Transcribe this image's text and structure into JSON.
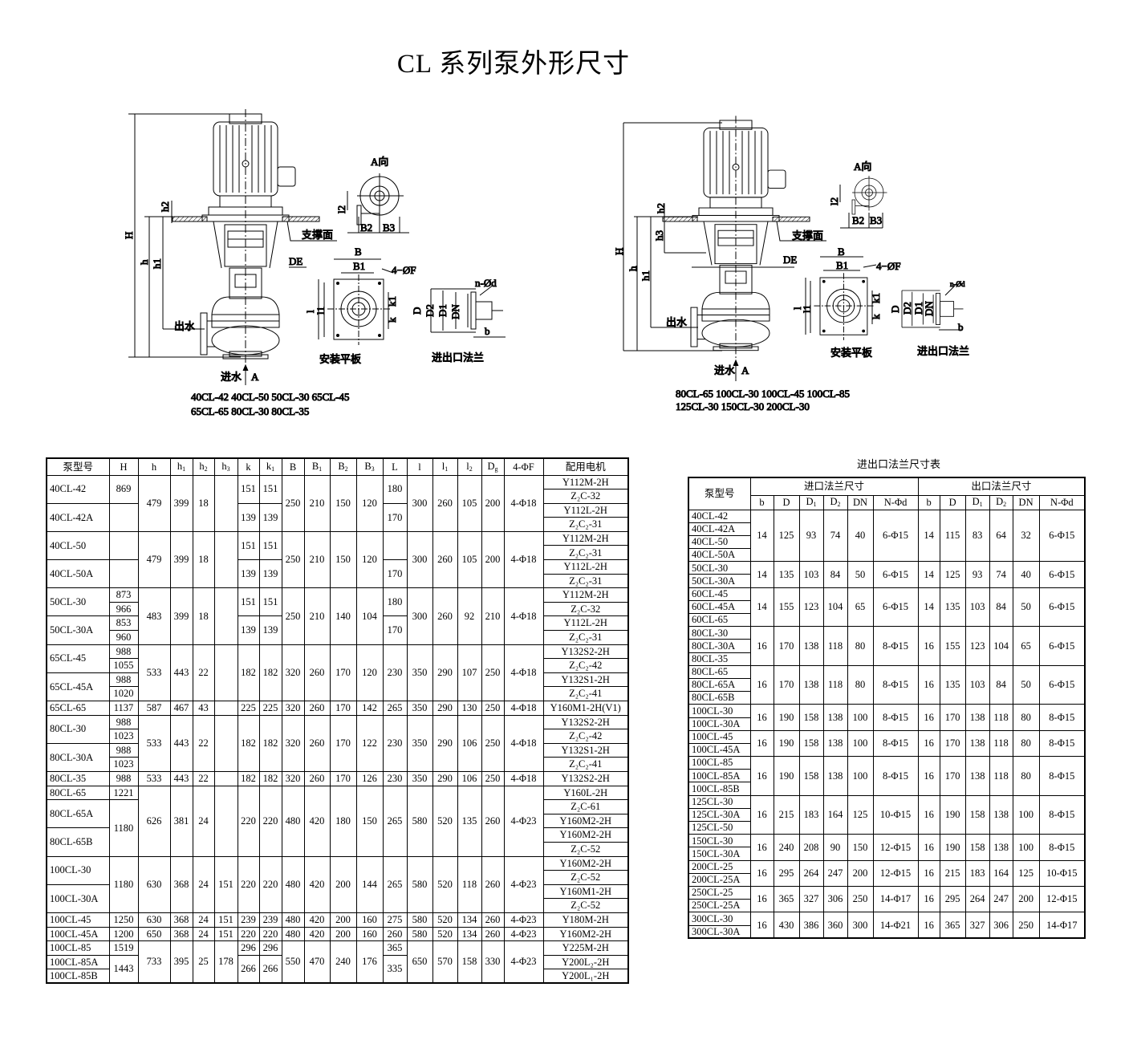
{
  "title": "CL 系列泵外形尺寸",
  "drawings": [
    {
      "labels": {
        "H": "H",
        "h": "h",
        "h1": "h1",
        "h2": "h2",
        "out": "出水",
        "support": "支撑面",
        "DE": "DE",
        "inlet": "进水",
        "A": "A",
        "view": "A向",
        "l2": "l2",
        "B2": "B2",
        "B3": "B3",
        "B": "B",
        "B1": "B1",
        "F": "4−ØF",
        "l": "l",
        "l1": "l1",
        "k1": "k1",
        "k": "k",
        "plate": "安装平板",
        "flange": "进出口法兰",
        "D": "D",
        "D2": "D2",
        "D1": "D1",
        "DN": "DN",
        "nd": "n-Ød",
        "b": "b"
      },
      "models_line1": "40CL-42 40CL-50 50CL-30 65CL-45",
      "models_line2": "65CL-65 80CL-30 80CL-35"
    },
    {
      "labels": {
        "H": "H",
        "h": "h",
        "h1": "h1",
        "h2": "h2",
        "h3": "h3",
        "out": "出水",
        "support": "支撑面",
        "DE": "DE",
        "inlet": "进水",
        "A": "A",
        "view": "A向",
        "l2": "l2",
        "B2": "B2",
        "B3": "B3",
        "B": "B",
        "B1": "B1",
        "F": "4−ØF",
        "l": "l",
        "l1": "l1",
        "k1": "k1",
        "k": "k",
        "plate": "安装平板",
        "flange": "进出口法兰",
        "D": "D",
        "D2": "D2",
        "D1": "D1",
        "DN": "DN",
        "nd": "n-Ød",
        "b": "b"
      },
      "models_line1": "80CL-65 100CL-30 100CL-45 100CL-85",
      "models_line2": "125CL-30 150CL-30 200CL-30"
    }
  ],
  "dim_table": {
    "headers": [
      [
        "泵型号",
        ""
      ],
      [
        "H",
        ""
      ],
      [
        "h",
        ""
      ],
      [
        "h",
        "1"
      ],
      [
        "h",
        "2"
      ],
      [
        "h",
        "3"
      ],
      [
        "k",
        ""
      ],
      [
        "k",
        "1"
      ],
      [
        "B",
        ""
      ],
      [
        "B",
        "1"
      ],
      [
        "B",
        "2"
      ],
      [
        "B",
        "3"
      ],
      [
        "L",
        ""
      ],
      [
        "l",
        ""
      ],
      [
        "l",
        "1"
      ],
      [
        "l",
        "2"
      ],
      [
        "D",
        "g"
      ],
      [
        "4-ΦF",
        ""
      ],
      [
        "配用电机",
        ""
      ]
    ],
    "groups": [
      {
        "cells": [
          [
            [
              "40CL-42",
              2
            ],
            [
              "40CL-42A",
              2
            ]
          ],
          [
            [
              "869",
              2
            ],
            [
              "",
              2
            ]
          ],
          "479",
          "399",
          "18",
          "",
          [
            [
              "151",
              2
            ],
            [
              "139",
              2
            ]
          ],
          [
            [
              "151",
              2
            ],
            [
              "139",
              2
            ]
          ],
          "250",
          "210",
          "150",
          "120",
          [
            [
              "180",
              2
            ],
            [
              "170",
              2
            ]
          ],
          "300",
          "260",
          "105",
          "200",
          "4-Φ18"
        ],
        "motors": [
          "Y112M-2H",
          "Z₂C-32",
          "Y112L-2H",
          "Z₂C₂-31"
        ]
      },
      {
        "cells": [
          [
            [
              "40CL-50",
              2
            ],
            [
              "40CL-50A",
              2
            ]
          ],
          [
            [
              "",
              2
            ],
            [
              "",
              2
            ]
          ],
          "479",
          "399",
          "18",
          "",
          [
            [
              "151",
              2
            ],
            [
              "139",
              2
            ]
          ],
          [
            [
              "151",
              2
            ],
            [
              "139",
              2
            ]
          ],
          "250",
          "210",
          "150",
          "120",
          [
            [
              "",
              2
            ],
            [
              "170",
              2
            ]
          ],
          "300",
          "260",
          "105",
          "200",
          "4-Φ18"
        ],
        "motors": [
          "Y112M-2H",
          "Z₂C₂-31",
          "Y112L-2H",
          "Z₂C₂-31"
        ]
      },
      {
        "cells": [
          [
            [
              "50CL-30",
              2
            ],
            [
              "50CL-30A",
              2
            ]
          ],
          [
            [
              "873",
              1
            ],
            [
              "966",
              1
            ],
            [
              "853",
              1
            ],
            [
              "960",
              1
            ]
          ],
          "483",
          "399",
          "18",
          "",
          [
            [
              "151",
              2
            ],
            [
              "139",
              2
            ]
          ],
          [
            [
              "151",
              2
            ],
            [
              "139",
              2
            ]
          ],
          "250",
          "210",
          "140",
          "104",
          [
            [
              "180",
              2
            ],
            [
              "170",
              2
            ]
          ],
          "300",
          "260",
          "92",
          "210",
          "4-Φ18"
        ],
        "motors": [
          "Y112M-2H",
          "Z₂C-32",
          "Y112L-2H",
          "Z₂C₂-31"
        ]
      },
      {
        "cells": [
          [
            [
              "65CL-45",
              2
            ],
            [
              "65CL-45A",
              2
            ]
          ],
          [
            [
              "988",
              1
            ],
            [
              "1055",
              1
            ],
            [
              "988",
              1
            ],
            [
              "1020",
              1
            ]
          ],
          "533",
          "443",
          "22",
          "",
          "182",
          "182",
          "320",
          "260",
          "170",
          "120",
          "230",
          "350",
          "290",
          "107",
          "250",
          "4-Φ18"
        ],
        "motors": [
          "Y132S2-2H",
          "Z₂C₂-42",
          "Y132S1-2H",
          "Z₂C₂-41"
        ]
      },
      {
        "cells": [
          "65CL-65",
          "1137",
          "587",
          "467",
          "43",
          "",
          "225",
          "225",
          "320",
          "260",
          "170",
          "142",
          "265",
          "350",
          "290",
          "130",
          "250",
          "4-Φ18"
        ],
        "motors": [
          "Y160M1-2H(V1)"
        ]
      },
      {
        "cells": [
          [
            [
              "80CL-30",
              2
            ],
            [
              "80CL-30A",
              2
            ]
          ],
          [
            [
              "988",
              1
            ],
            [
              "1023",
              1
            ],
            [
              "988",
              1
            ],
            [
              "1023",
              1
            ]
          ],
          "533",
          "443",
          "22",
          "",
          "182",
          "182",
          "320",
          "260",
          "170",
          "122",
          "230",
          "350",
          "290",
          "106",
          "250",
          "4-Φ18"
        ],
        "motors": [
          "Y132S2-2H",
          "Z₂C₂-42",
          "Y132S1-2H",
          "Z₂C₂-41"
        ]
      },
      {
        "cells": [
          "80CL-35",
          "988",
          "533",
          "443",
          "22",
          "",
          "182",
          "182",
          "320",
          "260",
          "170",
          "126",
          "230",
          "350",
          "290",
          "106",
          "250",
          "4-Φ18"
        ],
        "motors": [
          "Y132S2-2H"
        ]
      },
      {
        "cells": [
          [
            [
              "80CL-65",
              1
            ],
            [
              "80CL-65A",
              2
            ],
            [
              "80CL-65B",
              2
            ]
          ],
          [
            [
              "1221",
              1
            ],
            [
              "1180",
              4
            ]
          ],
          "626",
          "381",
          "24",
          "",
          "220",
          "220",
          "480",
          "420",
          "180",
          "150",
          "265",
          "580",
          "520",
          "135",
          "260",
          "4-Φ23"
        ],
        "motors": [
          "Y160L-2H",
          "Z₂C-61",
          "Y160M2-2H",
          "Y160M2-2H",
          "Z₂C-52"
        ]
      },
      {
        "cells": [
          [
            [
              "100CL-30",
              2
            ],
            [
              "100CL-30A",
              2
            ]
          ],
          "1180",
          "630",
          "368",
          "24",
          "151",
          "220",
          "220",
          "480",
          "420",
          "200",
          "144",
          "265",
          "580",
          "520",
          "118",
          "260",
          "4-Φ23"
        ],
        "motors": [
          "Y160M2-2H",
          "Z₂C-52",
          "Y160M1-2H",
          "Z₂C-52"
        ]
      },
      {
        "cells": [
          "100CL-45",
          "1250",
          "630",
          "368",
          "24",
          "151",
          "239",
          "239",
          "480",
          "420",
          "200",
          "160",
          "275",
          "580",
          "520",
          "134",
          "260",
          "4-Φ23"
        ],
        "motors": [
          "Y180M-2H"
        ]
      },
      {
        "cells": [
          "100CL-45A",
          "1200",
          "650",
          "368",
          "24",
          "151",
          "220",
          "220",
          "480",
          "420",
          "200",
          "160",
          "260",
          "580",
          "520",
          "134",
          "260",
          "4-Φ23"
        ],
        "motors": [
          "Y160M2-2H"
        ]
      },
      {
        "cells": [
          [
            [
              "100CL-85",
              1
            ],
            [
              "100CL-85A",
              1
            ],
            [
              "100CL-85B",
              1
            ]
          ],
          [
            [
              "1519",
              1
            ],
            [
              "1443",
              2
            ]
          ],
          "733",
          "395",
          "25",
          "178",
          [
            [
              "296",
              1
            ],
            [
              "266",
              2
            ]
          ],
          [
            [
              "296",
              1
            ],
            [
              "266",
              2
            ]
          ],
          "550",
          "470",
          "240",
          "176",
          [
            [
              "365",
              1
            ],
            [
              "335",
              2
            ]
          ],
          "650",
          "570",
          "158",
          "330",
          "4-Φ23"
        ],
        "motors": [
          "Y225M-2H",
          "Y200L₂-2H",
          "Y200L₁-2H"
        ]
      }
    ]
  },
  "flange_table": {
    "title": "进出口法兰尺寸表",
    "model_header": "泵型号",
    "inlet_header": "进口法兰尺寸",
    "outlet_header": "出口法兰尺寸",
    "sub_headers": [
      [
        "b",
        ""
      ],
      [
        "D",
        ""
      ],
      [
        "D",
        "1"
      ],
      [
        "D",
        "2"
      ],
      [
        "DN",
        ""
      ],
      [
        "N-Φd",
        ""
      ]
    ],
    "groups": [
      {
        "models": [
          "40CL-42",
          "40CL-42A",
          "40CL-50",
          "40CL-50A"
        ],
        "values": [
          "14",
          "125",
          "93",
          "74",
          "40",
          "6-Φ15",
          "14",
          "115",
          "83",
          "64",
          "32",
          "6-Φ15"
        ]
      },
      {
        "models": [
          "50CL-30",
          "50CL-30A"
        ],
        "values": [
          "14",
          "135",
          "103",
          "84",
          "50",
          "6-Φ15",
          "14",
          "125",
          "93",
          "74",
          "40",
          "6-Φ15"
        ]
      },
      {
        "models": [
          "60CL-45",
          "60CL-45A",
          "60CL-65"
        ],
        "values": [
          "14",
          "155",
          "123",
          "104",
          "65",
          "6-Φ15",
          "14",
          "135",
          "103",
          "84",
          "50",
          "6-Φ15"
        ]
      },
      {
        "models": [
          "80CL-30",
          "80CL-30A",
          "80CL-35"
        ],
        "values": [
          "16",
          "170",
          "138",
          "118",
          "80",
          "8-Φ15",
          "16",
          "155",
          "123",
          "104",
          "65",
          "6-Φ15"
        ]
      },
      {
        "models": [
          "80CL-65",
          "80CL-65A",
          "80CL-65B"
        ],
        "values": [
          "16",
          "170",
          "138",
          "118",
          "80",
          "8-Φ15",
          "16",
          "135",
          "103",
          "84",
          "50",
          "6-Φ15"
        ]
      },
      {
        "models": [
          "100CL-30",
          "100CL-30A"
        ],
        "values": [
          "16",
          "190",
          "158",
          "138",
          "100",
          "8-Φ15",
          "16",
          "170",
          "138",
          "118",
          "80",
          "8-Φ15"
        ]
      },
      {
        "models": [
          "100CL-45",
          "100CL-45A"
        ],
        "values": [
          "16",
          "190",
          "158",
          "138",
          "100",
          "8-Φ15",
          "16",
          "170",
          "138",
          "118",
          "80",
          "8-Φ15"
        ]
      },
      {
        "models": [
          "100CL-85",
          "100CL-85A",
          "100CL-85B"
        ],
        "values": [
          "16",
          "190",
          "158",
          "138",
          "100",
          "8-Φ15",
          "16",
          "170",
          "138",
          "118",
          "80",
          "8-Φ15"
        ]
      },
      {
        "models": [
          "125CL-30",
          "125CL-30A",
          "125CL-50"
        ],
        "values": [
          "16",
          "215",
          "183",
          "164",
          "125",
          "10-Φ15",
          "16",
          "190",
          "158",
          "138",
          "100",
          "8-Φ15"
        ]
      },
      {
        "models": [
          "150CL-30",
          "150CL-30A"
        ],
        "values": [
          "16",
          "240",
          "208",
          "90",
          "150",
          "12-Φ15",
          "16",
          "190",
          "158",
          "138",
          "100",
          "8-Φ15"
        ]
      },
      {
        "models": [
          "200CL-25",
          "200CL-25A"
        ],
        "values": [
          "16",
          "295",
          "264",
          "247",
          "200",
          "12-Φ15",
          "16",
          "215",
          "183",
          "164",
          "125",
          "10-Φ15"
        ]
      },
      {
        "models": [
          "250CL-25",
          "250CL-25A"
        ],
        "values": [
          "16",
          "365",
          "327",
          "306",
          "250",
          "14-Φ17",
          "16",
          "295",
          "264",
          "247",
          "200",
          "12-Φ15"
        ]
      },
      {
        "models": [
          "300CL-30",
          "300CL-30A"
        ],
        "values": [
          "16",
          "430",
          "386",
          "360",
          "300",
          "14-Φ21",
          "16",
          "365",
          "327",
          "306",
          "250",
          "14-Φ17"
        ]
      }
    ]
  }
}
